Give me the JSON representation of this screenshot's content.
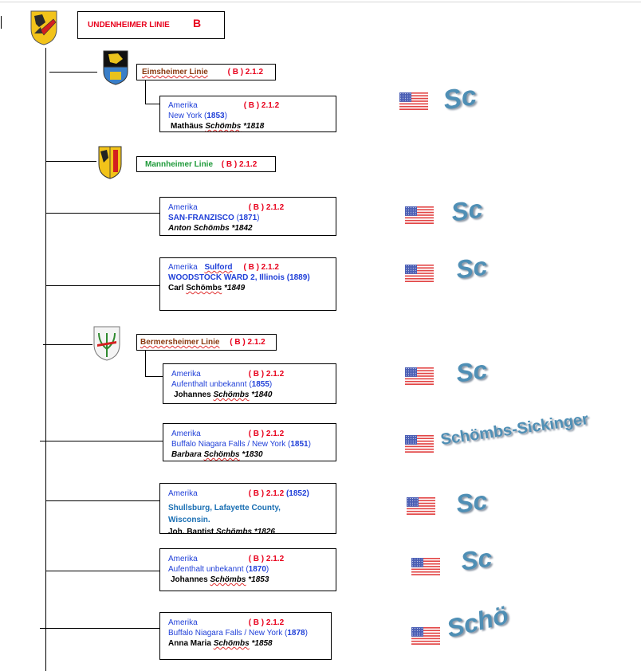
{
  "root": {
    "title": "UNDENHEIMER LINIE",
    "marker": "B"
  },
  "eimsheim": {
    "title": "Eimsheimer Linie",
    "code": "( B ) 2.1.2"
  },
  "mannheim": {
    "title": "Mannheimer Linie",
    "code": "( B ) 2.1.2"
  },
  "bermersheim": {
    "title": "Bermersheimer Linie",
    "code": "( B ) 2.1.2"
  },
  "entries": [
    {
      "country": "Amerika",
      "code": "( B ) 2.1.2",
      "place": "New York",
      "year": "1853",
      "name": "Mathäus",
      "surname": "Schömbs",
      "born": "*1818",
      "signature": "Sc"
    },
    {
      "country": "Amerika",
      "code": "( B ) 2.1.2",
      "place": "SAN-FRANZISCO",
      "year": "1871",
      "name": "Anton",
      "surname": "Schömbs",
      "born": "*1842",
      "signature": "Sc"
    },
    {
      "country": "Amerika",
      "extra": "Sulford",
      "code": "( B ) 2.1.2",
      "place": "WOODSTOCK WARD 2, Illinois",
      "year": "1889",
      "name": "Carl",
      "surname": "Schömbs",
      "born": "*1849",
      "signature": "Sc"
    },
    {
      "country": "Amerika",
      "code": "( B ) 2.1.2",
      "place": "Aufenthalt unbekannt",
      "year": "1855",
      "name": "Johannes",
      "surname": "Schömbs",
      "born": "*1840",
      "signature": "Sc"
    },
    {
      "country": "Amerika",
      "code": "( B ) 2.1.2",
      "place": "Buffalo Niagara Falls /  New York",
      "year": "1851",
      "name": "Barbara",
      "surname": "Schömbs",
      "born": "*1830",
      "signature": "Schömbs-Sickinger"
    },
    {
      "country": "Amerika",
      "code": "( B ) 2.1.2",
      "year": "1852",
      "place": "Shullsburg, Lafayette County,",
      "place2": "Wisconsin.",
      "name": "Joh. Baptist",
      "surname": "Schömbs",
      "born": "*1826",
      "signature": "Sc"
    },
    {
      "country": "Amerika",
      "code": "( B ) 2.1.2",
      "place": "Aufenthalt unbekannt",
      "year": "1870",
      "name": "Johannes",
      "surname": "Schömbs",
      "born": "*1853",
      "signature": "Sc"
    },
    {
      "country": "Amerika",
      "code": "( B ) 2.1.2",
      "place": "Buffalo Niagara Falls /  New York",
      "year": "1878",
      "name": "Anna Maria",
      "surname": "Schömbs",
      "born": "*1858",
      "signature": "Schö"
    }
  ],
  "colors": {
    "red": "#e8001c",
    "blue": "#1f3fd8",
    "brown": "#8a3b12",
    "green": "#1f9a3a",
    "signature": "#4f8fb5"
  },
  "icons": {
    "crest_root": "undenheim-crest-icon",
    "crest_eimsheim": "eimsheim-crest-icon",
    "crest_mannheim": "mannheim-crest-icon",
    "crest_bermersheim": "bermersheim-crest-icon",
    "flag": "us-flag-icon"
  }
}
